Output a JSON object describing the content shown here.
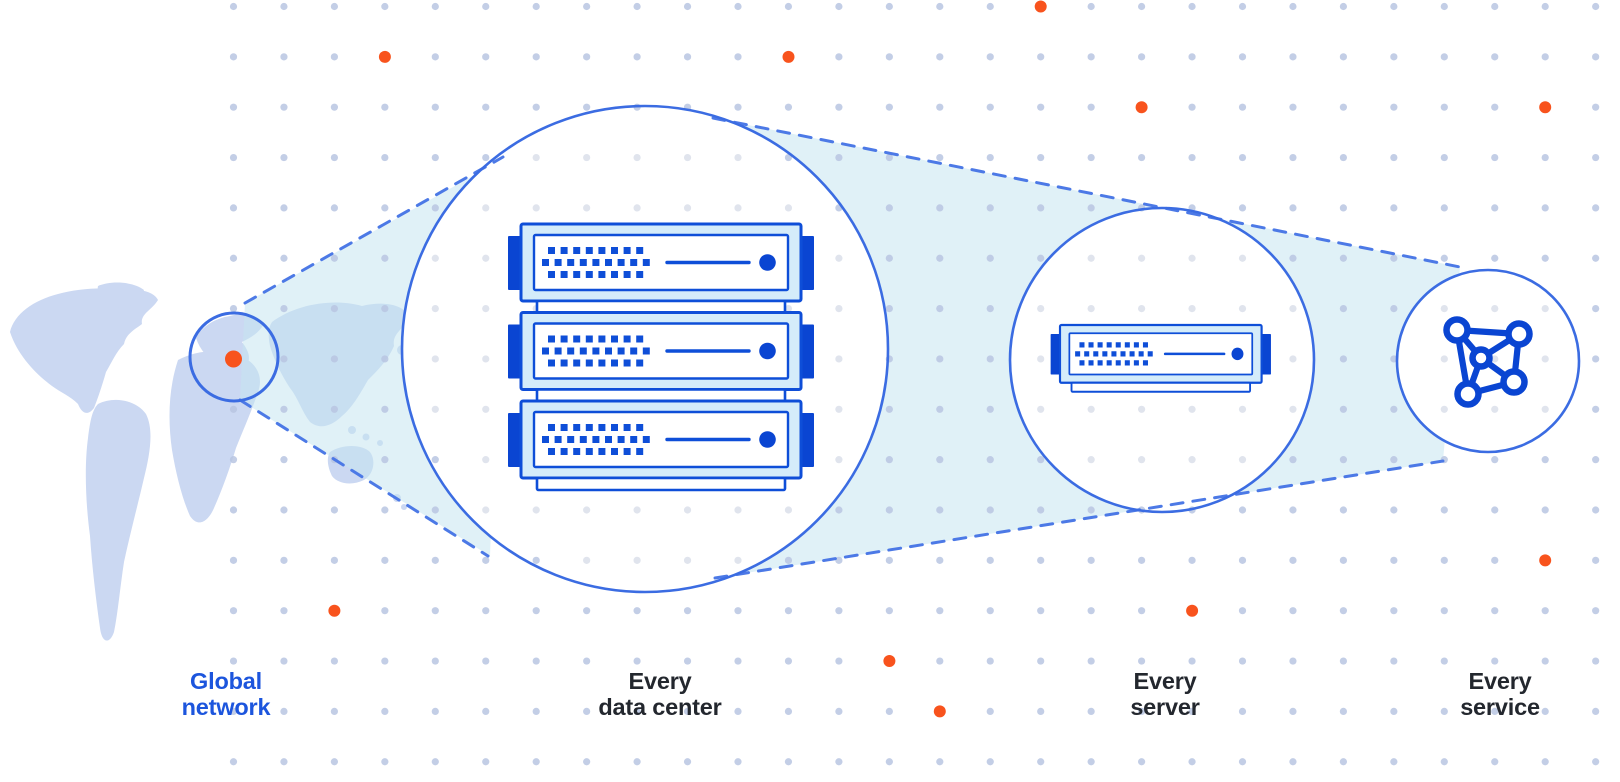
{
  "labels": [
    {
      "id": "global-network",
      "text": "Global\nnetwork",
      "accent": true
    },
    {
      "id": "every-data-center",
      "text": "Every\ndata center",
      "accent": false
    },
    {
      "id": "every-server",
      "text": "Every\nserver",
      "accent": false
    },
    {
      "id": "every-service",
      "text": "Every\nservice",
      "accent": false
    }
  ],
  "colors": {
    "accent_blue": "#1c55dd",
    "ink": "#23272e",
    "circle_blue": "#3b6ce2",
    "dash_blue": "#4c79e6",
    "server_stroke": "#0e4ed8",
    "server_deep": "#0a45d2",
    "server_panel": "#d4ecfa",
    "map_fill": "#cbd8f2",
    "cone_fill": "rgba(199,229,240,0.55)",
    "grid_dot": "#b9c5e2",
    "grid_dot_faded": "#e0e4ed",
    "orange": "#f8531d"
  },
  "grid": {
    "col_start": 233.5,
    "col_step": 50.45,
    "col_count": 28,
    "row_start": 6.5,
    "row_step": 50.35,
    "row_count": 16,
    "dot_radius": 3.6
  },
  "orange_dots": [
    {
      "x": 384.9,
      "y": 56.9
    },
    {
      "x": 788.5,
      "y": 56.9
    },
    {
      "x": 1040.7,
      "y": 6.5
    },
    {
      "x": 1141.6,
      "y": 107.2
    },
    {
      "x": 1545.2,
      "y": 107.2
    },
    {
      "x": 334.4,
      "y": 610.7
    },
    {
      "x": 889.4,
      "y": 661.0
    },
    {
      "x": 939.8,
      "y": 711.4
    },
    {
      "x": 1192.1,
      "y": 610.7
    },
    {
      "x": 1545.2,
      "y": 560.4
    },
    {
      "x": 233.5,
      "y": 359.0,
      "r": 8.5
    }
  ]
}
